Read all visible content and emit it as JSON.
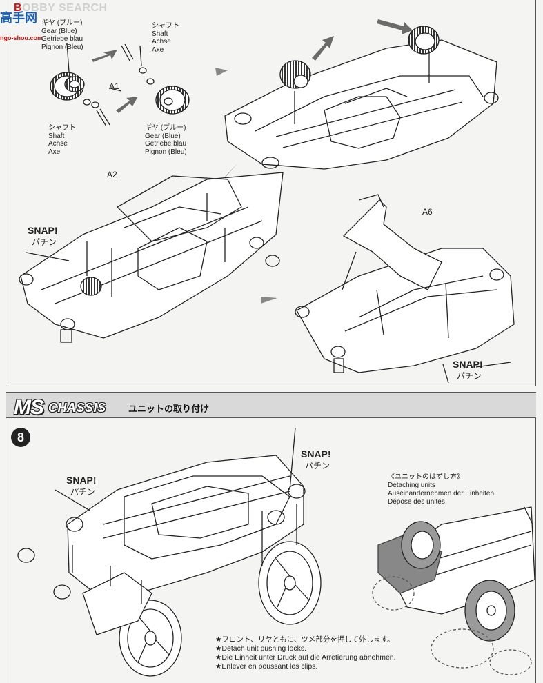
{
  "watermark": {
    "site_en": "SEARCH",
    "prefix_red": "B",
    "prefix_grey": "OBBY",
    "site_cn": "高手网",
    "url": "ngo-shou.com"
  },
  "top_section": {
    "gear_left": {
      "lines": [
        "ギヤ (ブルー)",
        "Gear (Blue)",
        "Getriebe blau",
        "Pignon (Bleu)"
      ]
    },
    "shaft_top": {
      "lines": [
        "シャフト",
        "Shaft",
        "Achse",
        "Axe"
      ]
    },
    "shaft_bottom": {
      "lines": [
        "シャフト",
        "Shaft",
        "Achse",
        "Axe"
      ]
    },
    "gear_right": {
      "lines": [
        "ギヤ (ブルー)",
        "Gear (Blue)",
        "Getriebe blau",
        "Pignon (Bleu)"
      ]
    },
    "part_a1": "A1",
    "part_a2": "A2",
    "part_a6": "A6",
    "snap_left": {
      "en": "SNAP!",
      "ja": "パチン"
    },
    "snap_right": {
      "en": "SNAP!",
      "ja": "パチン"
    }
  },
  "header": {
    "ms": "MS",
    "chassis": "CHASSIS",
    "title_ja": "ユニットの取り付け"
  },
  "step": {
    "number": "8"
  },
  "bottom_section": {
    "snap_left": {
      "en": "SNAP!",
      "ja": "パチン"
    },
    "snap_center": {
      "en": "SNAP!",
      "ja": "パチン"
    },
    "detach_title": [
      "《ユニットのはずし方》",
      "Detaching units",
      "Auseinandernehmen der Einheiten",
      "Dépose des unités"
    ],
    "notes": [
      "★フロント、リヤともに、ツメ部分を押して外します。",
      "★Detach unit pushing locks.",
      "★Die Einheit unter Druck auf die Arretierung abnehmen.",
      "★Enlever en poussant les clips."
    ]
  }
}
